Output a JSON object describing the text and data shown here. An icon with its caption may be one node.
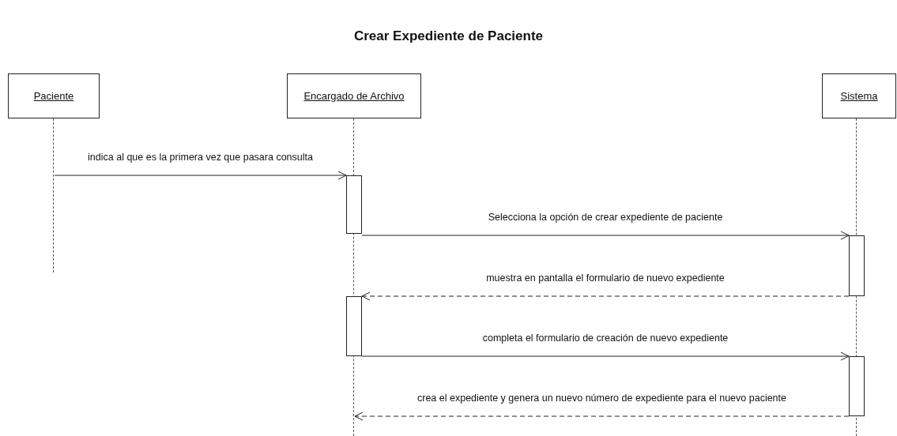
{
  "diagram": {
    "title": "Crear Expediente de Paciente",
    "nodes": [
      {
        "text": [
          "Paciente"
        ]
      },
      {
        "text": [
          "Encargado de Archivo"
        ]
      },
      {
        "text": [
          "Sistema"
        ]
      },
      {
        "text": [],
        "shape": "line"
      },
      {
        "text": [],
        "shape": "line"
      },
      {
        "text": [],
        "shape": "line"
      },
      {
        "text": [],
        "shape": "bar"
      },
      {
        "text": [],
        "shape": "bar"
      },
      {
        "text": [],
        "shape": "bar"
      },
      {
        "text": [],
        "shape": "bar"
      }
    ],
    "edges": [
      {
        "from": 3,
        "to": 6,
        "arrow": "to",
        "label": "indica al que es la primera vez que pasara consulta"
      },
      {
        "from": 6,
        "to": 7,
        "arrow": "to",
        "label": "Selecciona la opción de crear expediente de paciente"
      },
      {
        "from": 7,
        "to": 8,
        "arrow": "to",
        "style": "dashed",
        "label": "muestra en pantalla el formulario de nuevo expediente"
      },
      {
        "from": 8,
        "to": 9,
        "arrow": "to",
        "label": "completa el formulario de creación de nuevo expediente"
      },
      {
        "from": 9,
        "to": 4,
        "arrow": "to",
        "style": "dashed",
        "label": "crea el expediente y genera un nuevo número de expediente para el nuevo paciente"
      }
    ]
  }
}
